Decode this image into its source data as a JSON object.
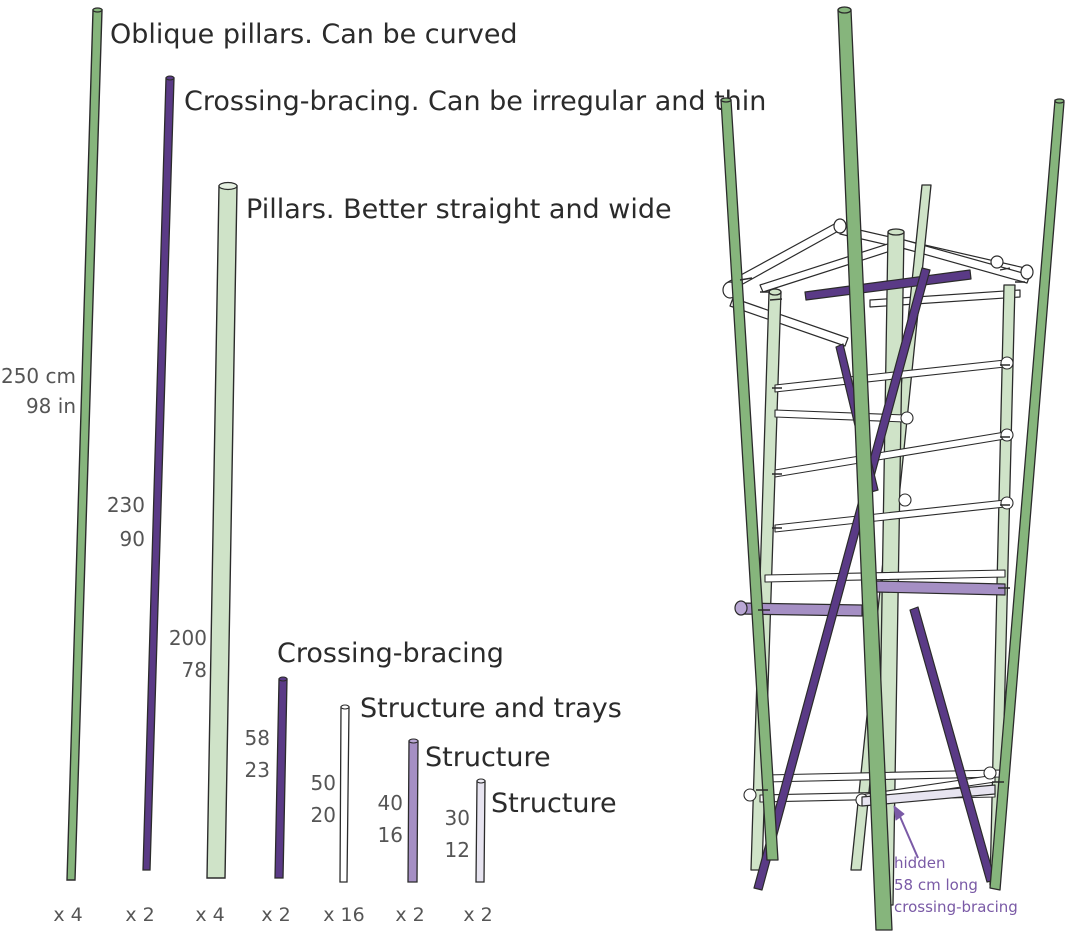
{
  "colors": {
    "oblique_pillar": "#86b57c",
    "crossing_bracing": "#5a3a86",
    "pillar": "#cfe3c8",
    "structure_white": "#ffffff",
    "structure_purple": "#a58fc4",
    "structure_light": "#e7e4f0",
    "ink": "#2b2b2b",
    "note_purple": "#7a5aa6"
  },
  "parts": [
    {
      "id": "oblique-pillars",
      "label": "Oblique pillars. Can be curved",
      "dim_cm": "250 cm",
      "dim_in": "98 in",
      "qty": "x 4",
      "color_key": "oblique_pillar"
    },
    {
      "id": "crossing-bracing-long",
      "label": "Crossing-bracing. Can be irregular and thin",
      "dim_cm": "230",
      "dim_in": "90",
      "qty": "x 2",
      "color_key": "crossing_bracing"
    },
    {
      "id": "pillars",
      "label": "Pillars. Better straight and wide",
      "dim_cm": "200",
      "dim_in": "78",
      "qty": "x 4",
      "color_key": "pillar"
    },
    {
      "id": "crossing-bracing-short",
      "label": "Crossing-bracing",
      "dim_cm": "58",
      "dim_in": "23",
      "qty": "x 2",
      "color_key": "crossing_bracing"
    },
    {
      "id": "structure-trays",
      "label": "Structure and trays",
      "dim_cm": "50",
      "dim_in": "20",
      "qty": "x 16",
      "color_key": "structure_white"
    },
    {
      "id": "structure-40",
      "label": "Structure",
      "dim_cm": "40",
      "dim_in": "16",
      "qty": "x 2",
      "color_key": "structure_purple"
    },
    {
      "id": "structure-30",
      "label": "Structure",
      "dim_cm": "30",
      "dim_in": "12",
      "qty": "x 2",
      "color_key": "structure_light"
    }
  ],
  "annotation": {
    "line1": "hidden",
    "line2": "58 cm long",
    "line3": "crossing-bracing"
  }
}
